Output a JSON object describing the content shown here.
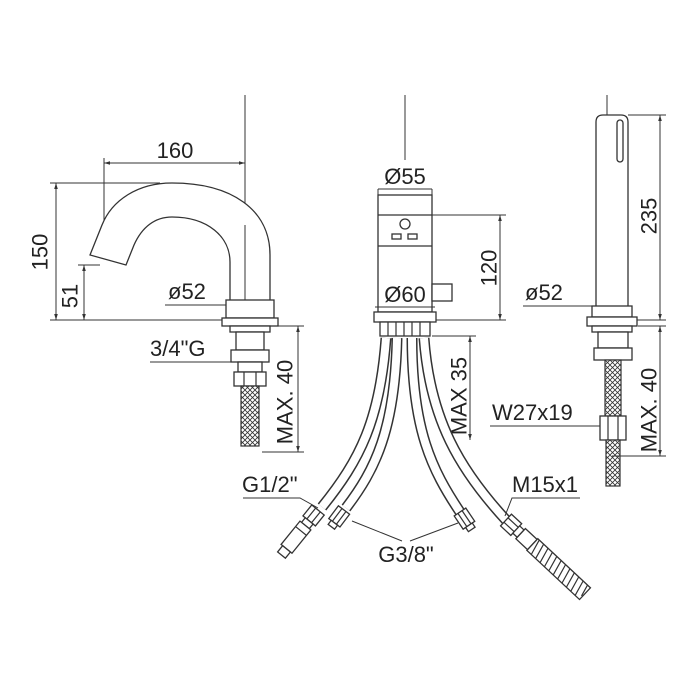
{
  "spout": {
    "width_dim": "160",
    "height_dim": "150",
    "outlet_height_dim": "51",
    "base_diameter": "ø52",
    "thread": "3/4\"G",
    "max_thickness": "MAX. 40"
  },
  "mixer": {
    "top_diameter": "Ø55",
    "height_dim": "120",
    "base_diameter": "Ø60",
    "max_thickness": "MAX 35",
    "inlet_thread": "G1/2\"",
    "outlet_thread": "M15x1",
    "hose_thread": "G3/8\""
  },
  "handshower": {
    "height_dim": "235",
    "base_diameter": "ø52",
    "nut": "W27x19",
    "max_thickness": "MAX. 40"
  }
}
